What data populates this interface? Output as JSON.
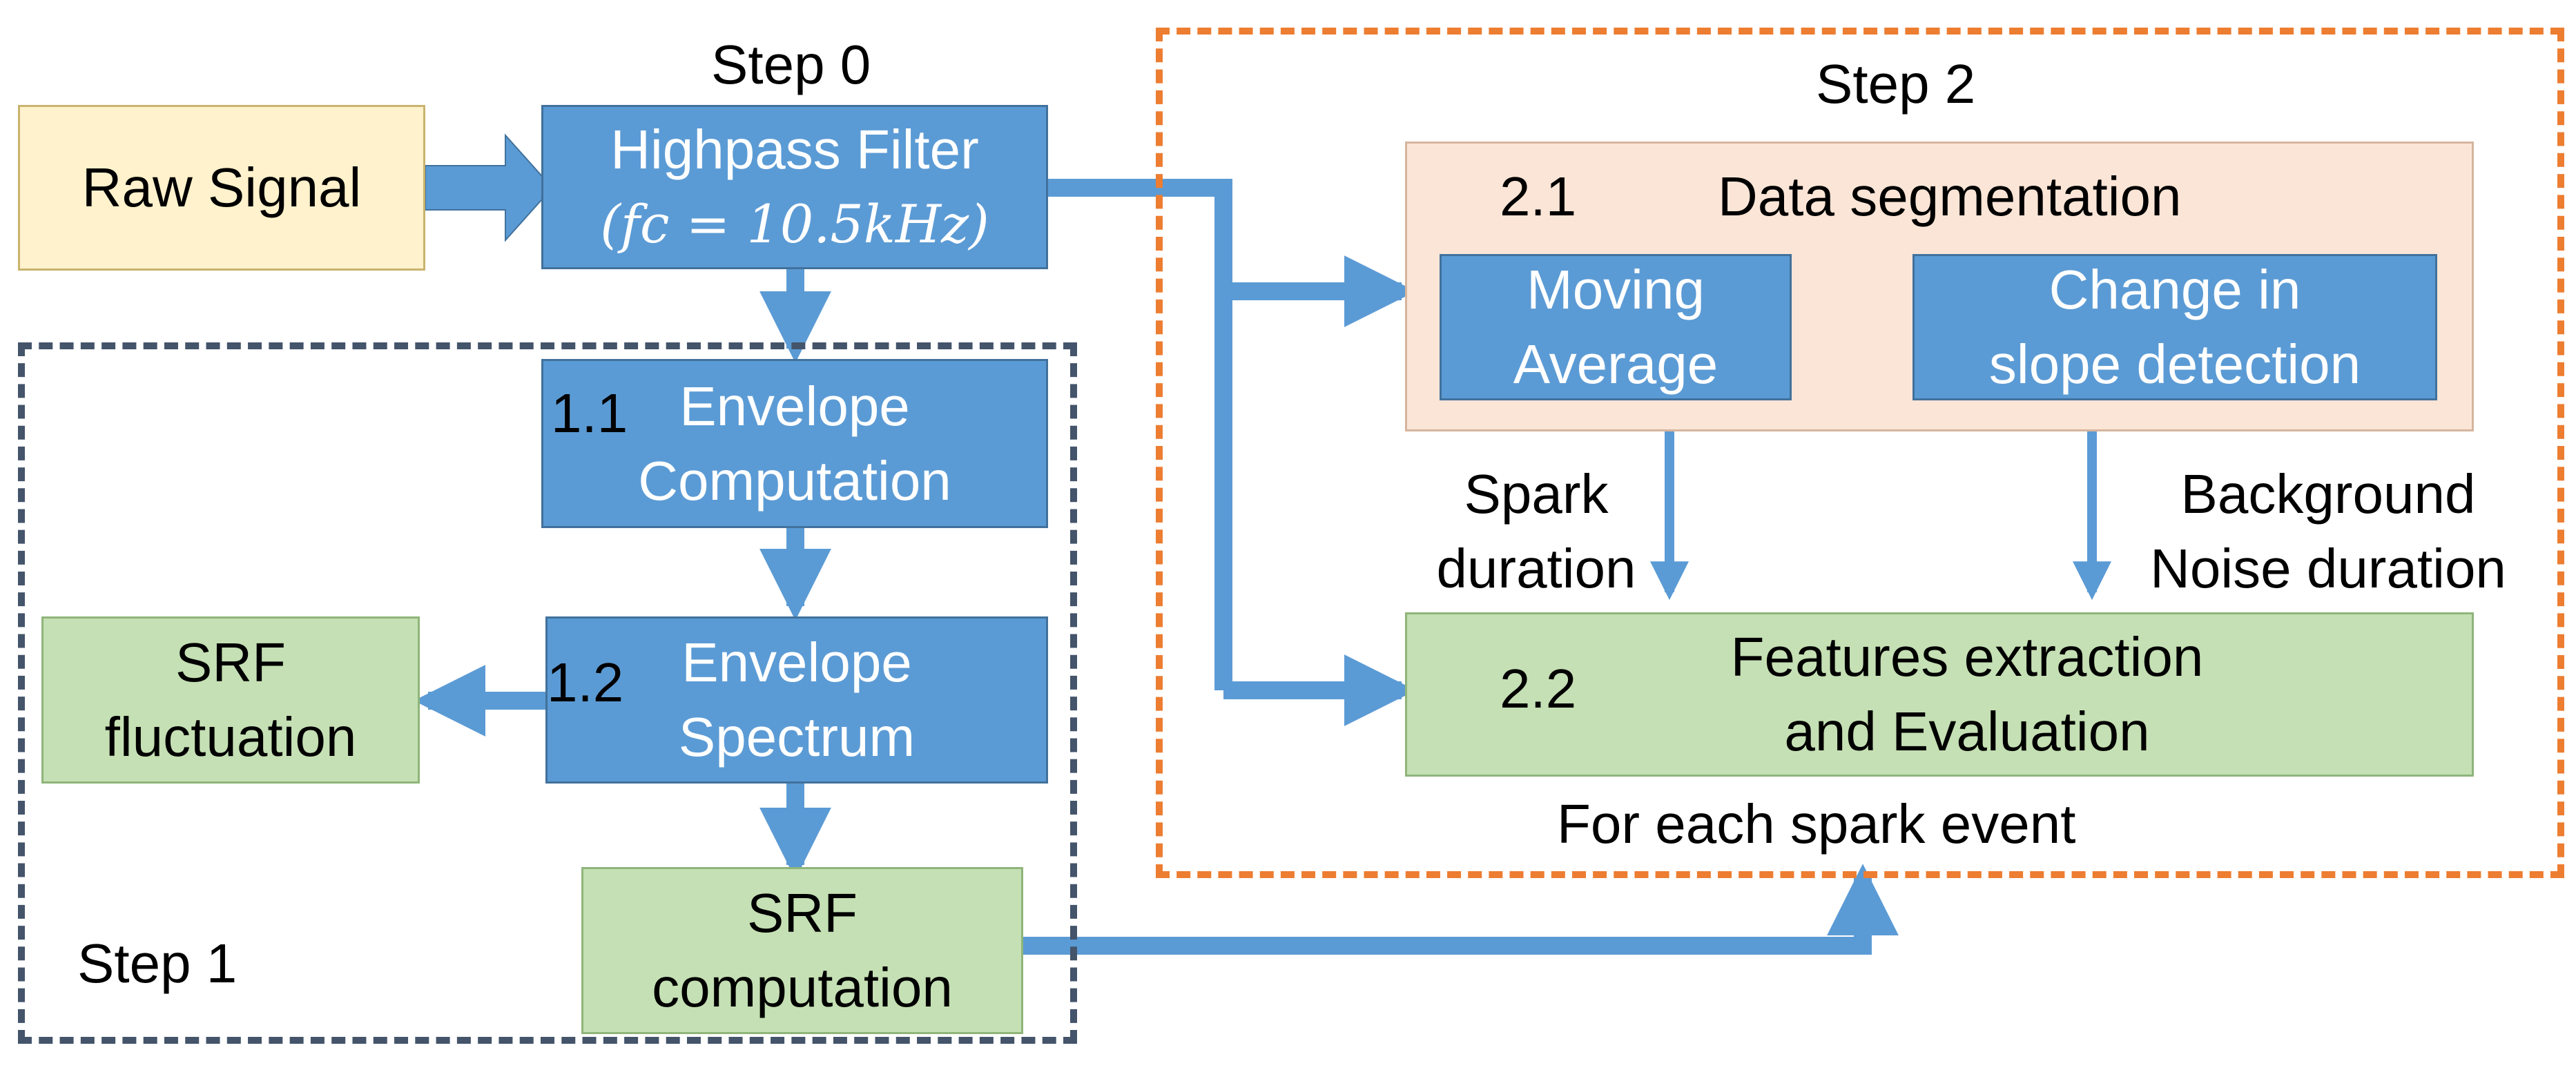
{
  "steps": {
    "step0": "Step 0",
    "step1": "Step 1",
    "step2": "Step 2"
  },
  "nodes": {
    "raw_signal": "Raw Signal",
    "highpass": {
      "line1": "Highpass Filter",
      "line2": "(fc = 10.5kHz)"
    },
    "envelope_computation": {
      "number": "1.1",
      "line1": "Envelope",
      "line2": "Computation"
    },
    "envelope_spectrum": {
      "number": "1.2",
      "line1": "Envelope",
      "line2": "Spectrum"
    },
    "srf_fluctuation": {
      "line1": "SRF",
      "line2": "fluctuation"
    },
    "srf_computation": {
      "line1": "SRF",
      "line2": "computation"
    },
    "data_segmentation": {
      "number": "2.1",
      "title": "Data segmentation"
    },
    "moving_average": {
      "line1": "Moving",
      "line2": "Average"
    },
    "slope_detection": {
      "line1": "Change in",
      "line2": "slope detection"
    },
    "features": {
      "number": "2.2",
      "line1": "Features extraction",
      "line2": "and Evaluation"
    }
  },
  "edge_labels": {
    "spark_duration": {
      "line1": "Spark",
      "line2": "duration"
    },
    "background_noise": {
      "line1": "Background",
      "line2": "Noise duration"
    },
    "for_each": "For each spark event"
  },
  "colors": {
    "process_blue": "#5b9bd5",
    "result_green": "#c5e0b4",
    "input_yellow": "#fff2cc",
    "segment_peach": "#fbe5d6",
    "step1_frame": "#44546a",
    "step2_frame": "#ed7d31",
    "arrow": "#5b9bd5"
  }
}
